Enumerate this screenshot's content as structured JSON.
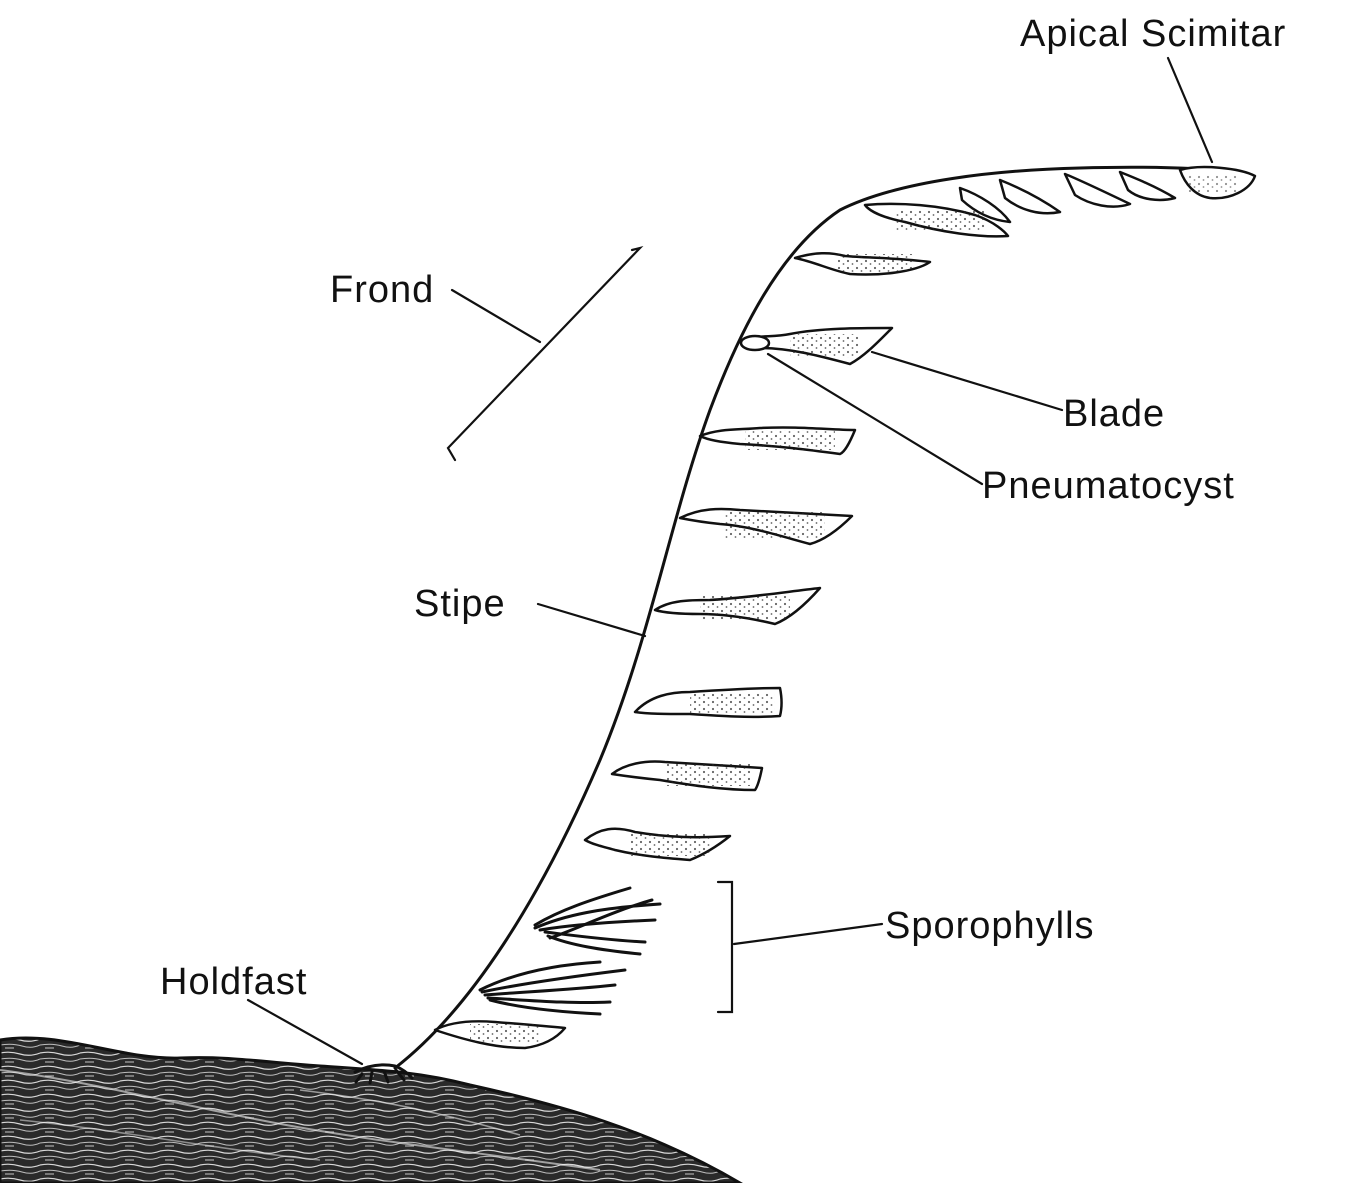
{
  "labels": {
    "apical_scimitar": "Apical Scimitar",
    "frond": "Frond",
    "blade": "Blade",
    "pneumatocyst": "Pneumatocyst",
    "stipe": "Stipe",
    "sporophylls": "Sporophylls",
    "holdfast": "Holdfast"
  },
  "colors": {
    "ink": "#111111",
    "paper": "#ffffff",
    "rock_dark": "#1a1a1a"
  }
}
